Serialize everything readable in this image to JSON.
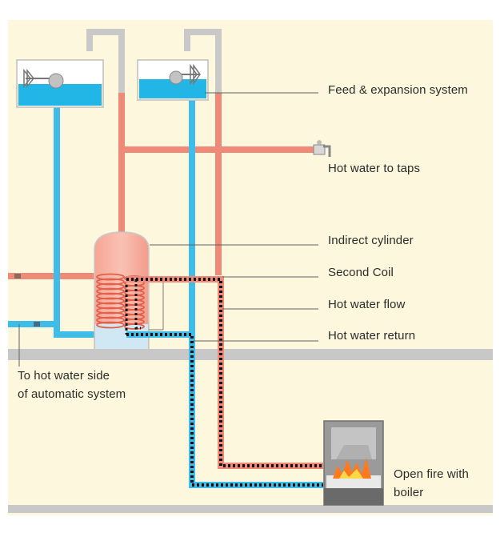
{
  "colors": {
    "background": "#fdf8dd",
    "hot": "#f08a78",
    "cold": "#3fbde9",
    "pipe_grey": "#c9c9c9",
    "floor": "#c8c8c8",
    "tank_water": "#22b6e6",
    "leader": "#606060",
    "coil_dots": "#111111",
    "fire_orange": "#ff7a1e",
    "fire_yellow": "#ffd84a"
  },
  "labels": {
    "feed_expansion": "Feed & expansion system",
    "hot_water_taps": "Hot water to taps",
    "indirect_cylinder": "Indirect cylinder",
    "second_coil": "Second Coil",
    "hot_water_flow": "Hot water flow",
    "hot_water_return": "Hot water return",
    "to_hot_water_side_line1": "To hot water side",
    "to_hot_water_side_line2": "of automatic system",
    "open_fire_line1": "Open fire with",
    "open_fire_line2": "boiler"
  }
}
